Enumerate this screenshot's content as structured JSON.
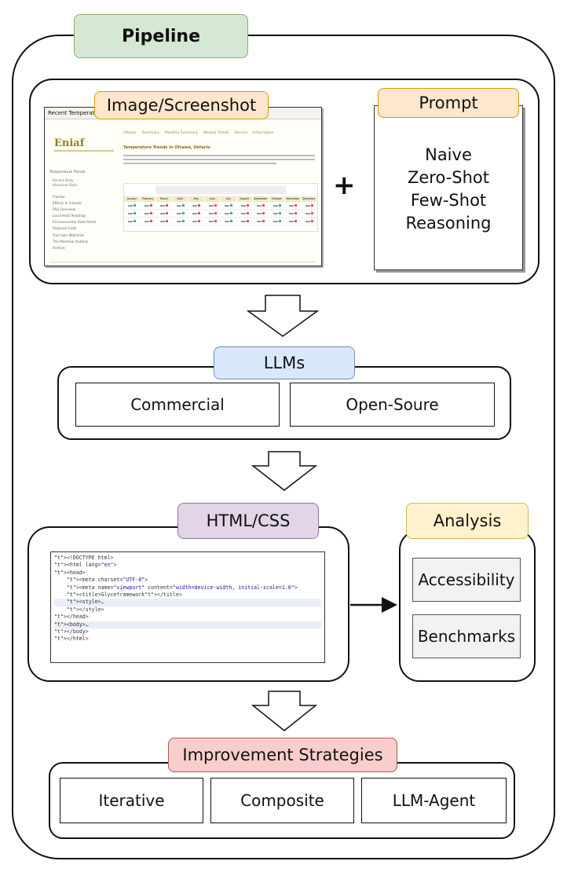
{
  "pipeline": {
    "title": "Pipeline"
  },
  "input": {
    "image_label": "Image/Screenshot",
    "plus": "+",
    "prompt_label": "Prompt",
    "prompt_types": [
      "Naive",
      "Zero-Shot",
      "Few-Shot",
      "Reasoning"
    ]
  },
  "llms": {
    "title": "LLMs",
    "items": [
      "Commercial",
      "Open-Soure"
    ]
  },
  "html": {
    "title": "HTML/CSS",
    "code_lines": [
      "<!DOCTYPE html>",
      "<html lang=\"en\">",
      "<head>",
      "    <meta charset=\"UTF-8\">",
      "    <meta name=\"viewport\" content=\"width=device-width, initial-scale=1.0\">",
      "    <title>Glyceframework</title>",
      "    <style>…",
      "    </style>",
      "</head>",
      "<body>…",
      "</body>",
      "</html>"
    ]
  },
  "analysis": {
    "title": "Analysis",
    "items": [
      "Accessibility",
      "Benchmarks"
    ]
  },
  "improvement": {
    "title": "Improvement Strategies",
    "items": [
      "Iterative",
      "Composite",
      "LLM-Agent"
    ]
  },
  "screenshot": {
    "title": "Recent Temperature",
    "logo": "Eniaf",
    "nav": [
      "Ottawa",
      "Summary",
      "Monthly Summary",
      "Weekly Trends",
      "Record",
      "Information"
    ],
    "heading": "Temperature Trends in Ottawa, Ontario",
    "side_title": "Temperature Trends",
    "side_items": [
      "Recent Daily",
      "Historical Data"
    ],
    "side_links": [
      "Frontier",
      "Effects in Climate",
      "FAQ Overview",
      "Local Heat Readings",
      "Environmental Data Portal",
      "Regional Grids",
      "Tree Sale Watchlist",
      "The Montreal Outlook",
      "Archive"
    ],
    "months": [
      "January",
      "February",
      "March",
      "April",
      "May",
      "June",
      "July",
      "August",
      "September",
      "October",
      "November",
      "December"
    ]
  },
  "colors": {
    "pipeline_fill": "#d5e8d4",
    "input_fill": "#ffe6cc",
    "llm_fill": "#dae8fc",
    "html_fill": "#e1d5e7",
    "analysis_fill": "#fff2cc",
    "improve_fill": "#f8cecc"
  }
}
